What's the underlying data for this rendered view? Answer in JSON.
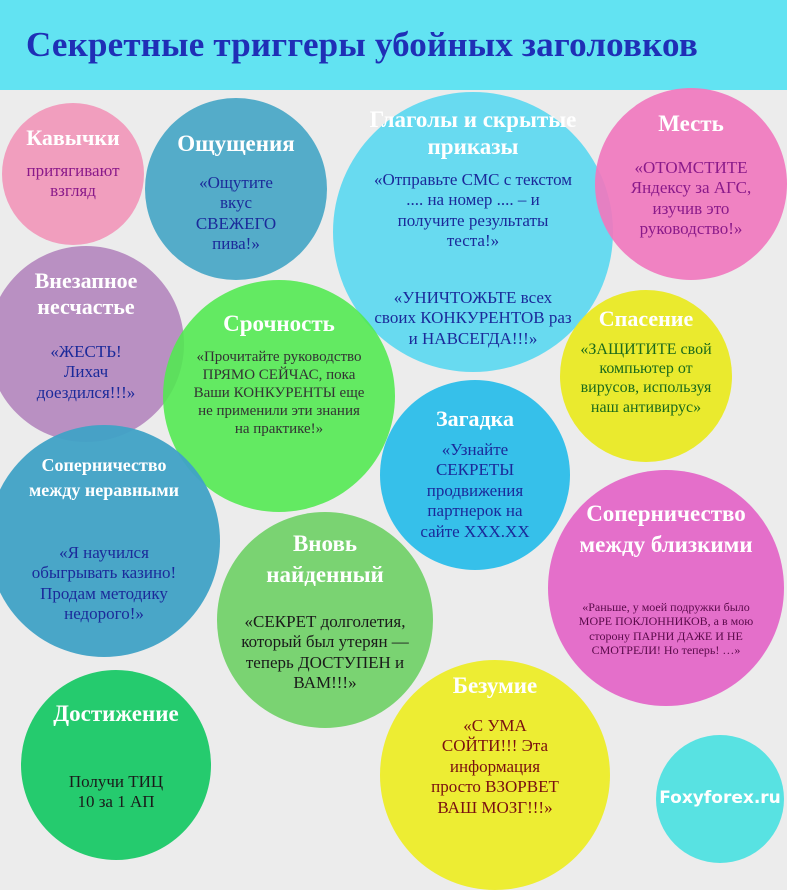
{
  "header": {
    "title": "Секретные триггеры убойных заголовков"
  },
  "bubbles": {
    "kavychki": {
      "title": "Кавычки",
      "text": "притягивают взгляд"
    },
    "oshchushenia": {
      "title": "Ощущения",
      "text": "«Ощутите вкус СВЕЖЕГО пива!»"
    },
    "glagoly": {
      "title": "Глаголы и скрытые приказы",
      "text1": "«Отправьте СМС с текстом .... на номер .... – и получите результаты теста!»",
      "text2": "«УНИЧТОЖЬТЕ всех своих КОНКУРЕНТОВ раз и НАВСЕГДА!!!»"
    },
    "mest": {
      "title": "Месть",
      "text": "«ОТОМСТИТЕ Яндексу за АГС, изучив это руководство!»"
    },
    "vnezapnoe": {
      "title": "Внезапное несчастье",
      "text": "«ЖЕСТЬ! Лихач доездился!!!»"
    },
    "srochnost": {
      "title": "Срочность",
      "text": "«Прочитайте руководство ПРЯМО СЕЙЧАС, пока Ваши КОНКУРЕНТЫ еще не применили эти знания на практике!»"
    },
    "spasenie": {
      "title": "Спасение",
      "text": "«ЗАЩИТИТЕ свой компьютер от вирусов, используя наш антивирус»"
    },
    "zagadka": {
      "title": "Загадка",
      "text": "«Узнайте СЕКРЕТЫ продвижения партнерок на сайте ХХХ.ХХ"
    },
    "sopernichestvo_neravnye": {
      "title": "Соперничество между неравными",
      "text": "«Я научился обыгрывать казино! Продам методику недорого!»"
    },
    "vnov": {
      "title": "Вновь найденный",
      "text": "«СЕКРЕТ долголетия, который был утерян — теперь ДОСТУПЕН и ВАМ!!!»"
    },
    "sopernichestvo_blizkie": {
      "title": "Соперничество между близкими",
      "text": "«Раньше, у моей подружки было МОРЕ ПОКЛОННИКОВ, а в мою сторону ПАРНИ ДАЖЕ И НЕ СМОТРЕЛИ! Но теперь! …»"
    },
    "dostizhenie": {
      "title": "Достижение",
      "text": "Получи ТИЦ 10 за 1 АП"
    },
    "bezumie": {
      "title": "Безумие",
      "text": "«С УМА СОЙТИ!!! Эта информация просто ВЗОРВЕТ ВАШ МОЗГ!!!»"
    },
    "brand": {
      "text": "Foxyforex.ru"
    }
  },
  "colors": {
    "header_bg": "#62e3f2",
    "title": "#1f2fb6",
    "page_bg": "#ececec",
    "pink": "#f29ab9",
    "teal": "#4aa9c6",
    "cyan": "#5fd8ef",
    "magenta": "#ef7dbe",
    "purple": "#b688bf",
    "green": "#56ea50",
    "yellow": "#eaea24",
    "blue": "#33bfe9",
    "steel": "#47a3c4",
    "lightgreen": "#75d36c",
    "pinkmag": "#e46bc9",
    "emerald": "#21c969",
    "yellow2": "#ecec2c",
    "aqua": "#58e2e2"
  }
}
